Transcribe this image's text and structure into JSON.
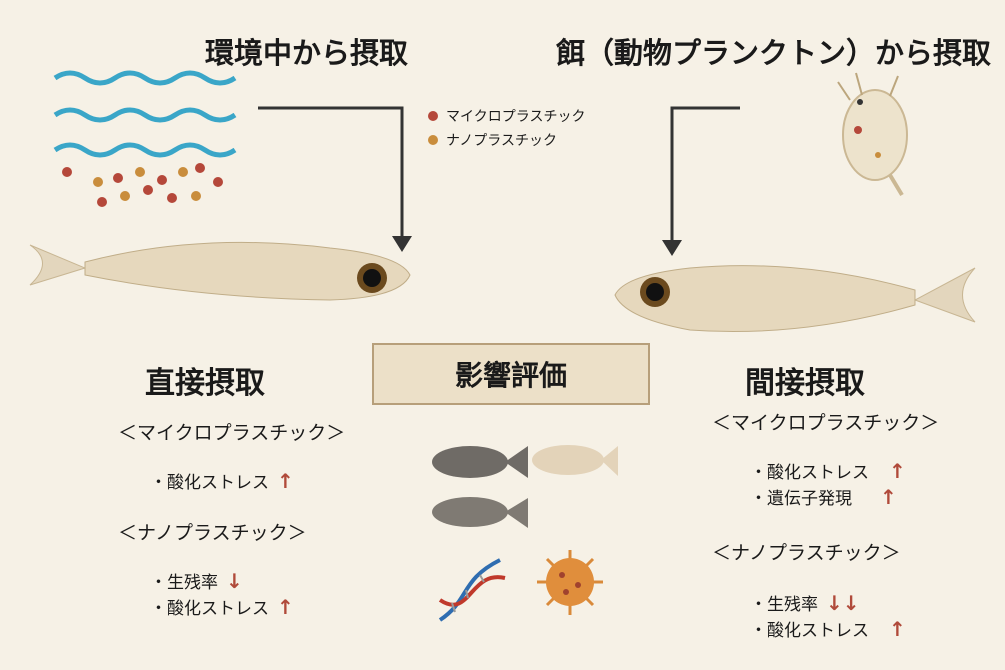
{
  "titles": {
    "left": "環境中から摂取",
    "right": "餌（動物プランクトン）から摂取"
  },
  "legend": [
    {
      "label": "マイクロプラスチック",
      "color": "#b5483a"
    },
    {
      "label": "ナノプラスチック",
      "color": "#c98d3c"
    }
  ],
  "center_box": "影響評価",
  "left": {
    "heading": "直接摂取",
    "micro_label": "＜マイクロプラスチック＞",
    "micro_items": [
      {
        "text": "・酸化ストレス",
        "arrow": "↑"
      }
    ],
    "nano_label": "＜ナノプラスチック＞",
    "nano_items": [
      {
        "text": "・生残率",
        "arrow": "↓"
      },
      {
        "text": "・酸化ストレス",
        "arrow": "↑"
      }
    ]
  },
  "right": {
    "heading": "間接摂取",
    "micro_label": "＜マイクロプラスチック＞",
    "micro_items": [
      {
        "text": "・酸化ストレス",
        "arrow": "↑"
      },
      {
        "text": "・遺伝子発現",
        "arrow": "↑"
      }
    ],
    "nano_label": "＜ナノプラスチック＞",
    "nano_items": [
      {
        "text": "・生残率",
        "arrow": "↓↓"
      },
      {
        "text": "・酸化ストレス",
        "arrow": "↑"
      }
    ]
  },
  "colors": {
    "background": "#f6f1e6",
    "water": "#3aa6c8",
    "arrow_up_down": "#b04a3a"
  }
}
